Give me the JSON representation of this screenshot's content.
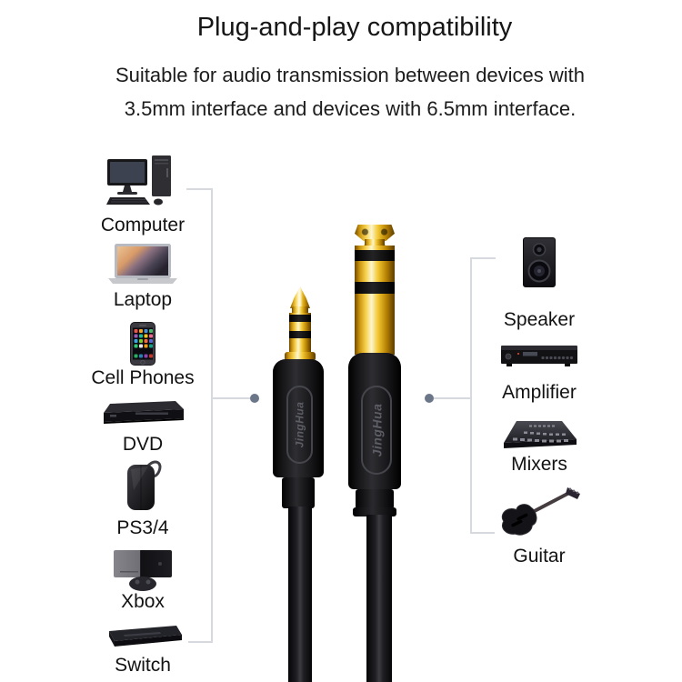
{
  "header": {
    "title": "Plug-and-play compatibility",
    "subtitle_line1": "Suitable for audio transmission between devices with",
    "subtitle_line2": "3.5mm interface and devices with 6.5mm interface."
  },
  "left_devices": {
    "items": [
      {
        "label": "Computer",
        "icon": "desktop-computer-icon"
      },
      {
        "label": "Laptop",
        "icon": "laptop-icon"
      },
      {
        "label": "Cell Phones",
        "icon": "cell-phone-icon"
      },
      {
        "label": "DVD",
        "icon": "dvd-player-icon"
      },
      {
        "label": "PS3/4",
        "icon": "playstation-icon"
      },
      {
        "label": "Xbox",
        "icon": "xbox-console-icon"
      },
      {
        "label": "Switch",
        "icon": "switch-console-icon"
      }
    ]
  },
  "right_devices": {
    "items": [
      {
        "label": "Speaker",
        "icon": "speaker-icon"
      },
      {
        "label": "Amplifier",
        "icon": "amplifier-icon"
      },
      {
        "label": "Mixers",
        "icon": "mixer-icon"
      },
      {
        "label": "Guitar",
        "icon": "guitar-icon"
      }
    ]
  },
  "cable": {
    "brand": "JingHua"
  },
  "colors": {
    "gold": "#f0c02e",
    "plug_body": "#1a1a1d",
    "connector_line": "#d6d9de",
    "connector_dot": "#6b7789",
    "text": "#111111"
  }
}
